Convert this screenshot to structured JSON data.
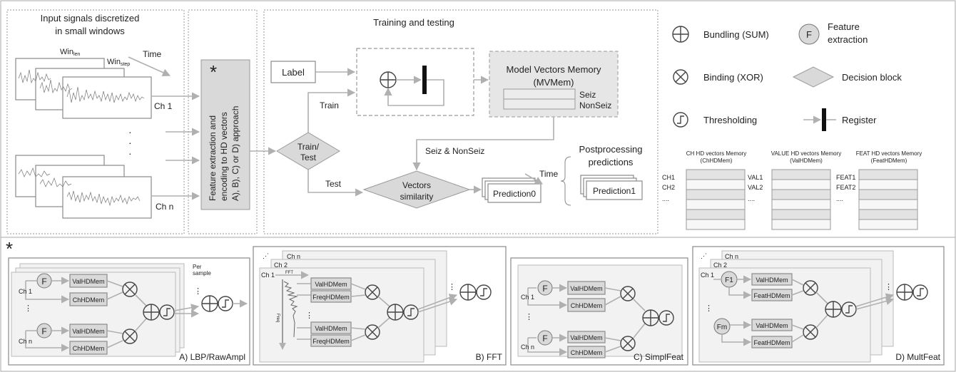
{
  "top": {
    "input": {
      "title_line1": "Input signals discretized",
      "title_line2": "in small windows",
      "win_len": "Win",
      "win_len_sub": "len",
      "win_step": "Win",
      "win_step_sub": "step",
      "time": "Time",
      "ch1": "Ch 1",
      "chn": "Ch n",
      "dots": "·"
    },
    "feature": {
      "asterisk": "*",
      "line1": "Feature extraction and",
      "line2": "encoding to HD vectors",
      "line3": "A), B), C) or D) approach"
    },
    "training": {
      "title": "Training and testing",
      "label": "Label",
      "train": "Train",
      "test": "Test",
      "decision": [
        "Train/",
        "Test"
      ],
      "mvmem_line1": "Model Vectors Memory",
      "mvmem_line2": "(MVMem)",
      "seiz": "Seiz",
      "nonseiz": "NonSeiz",
      "seiz_nonseiz": "Seiz & NonSeiz",
      "similarity": [
        "Vectors",
        "similarity"
      ],
      "prediction0": "Prediction0",
      "time": "Time",
      "post_line1": "Postprocessing",
      "post_line2": "predictions",
      "prediction1": "Prediction1"
    }
  },
  "legend": {
    "bundling": "Bundling (SUM)",
    "feature_symbol": "F",
    "feature_line1": "Feature",
    "feature_line2": "extraction",
    "binding": "Binding (XOR)",
    "decision": "Decision block",
    "thresholding": "Thresholding",
    "register": "Register",
    "mem_ch_line1": "CH HD vectors Memory",
    "mem_ch_line2": "(ChHDMem)",
    "mem_val_line1": "VALUE HD vectors Memory",
    "mem_val_line2": "(ValHDMem)",
    "mem_feat_line1": "FEAT  HD vectors Memory",
    "mem_feat_line2": "(FeatHDMem)",
    "ch_labels": [
      "CH1",
      "CH2",
      "...."
    ],
    "val_labels": [
      "VAL1",
      "VAL2",
      "...."
    ],
    "feat_labels": [
      "FEAT1",
      "FEAT2",
      "...."
    ]
  },
  "bottom": {
    "asterisk": "*",
    "a": {
      "caption": "A) LBP/RawAmpl",
      "f": "F",
      "val": "ValHDMem",
      "ch": "ChHDMem",
      "ch1": "Ch 1",
      "chn": "Ch n",
      "per_line1": "Per",
      "per_line2": "sample"
    },
    "b": {
      "caption": "B) FFT",
      "chn": "Ch n",
      "ch2": "Ch 2",
      "ch1": "Ch 1",
      "fft": "FFT",
      "freq": "Freq",
      "val": "ValHDMem",
      "freqmem": "FreqHDMem"
    },
    "c": {
      "caption": "C) SimplFeat",
      "f": "F",
      "val": "ValHDMem",
      "ch": "ChHDMem",
      "ch1": "Ch 1",
      "chn": "Ch n"
    },
    "d": {
      "caption": "D) MultFeat",
      "chn": "Ch n",
      "ch2": "Ch 2",
      "ch1": "Ch 1",
      "f1": "F1",
      "fm": "Fm",
      "val": "ValHDMem",
      "featmem": "FeatHDMem"
    }
  },
  "colors": {
    "box_gray": "#d9d9d9",
    "light_gray": "#ececec",
    "arrow": "#b0b0b0",
    "dashed": "#999999"
  }
}
